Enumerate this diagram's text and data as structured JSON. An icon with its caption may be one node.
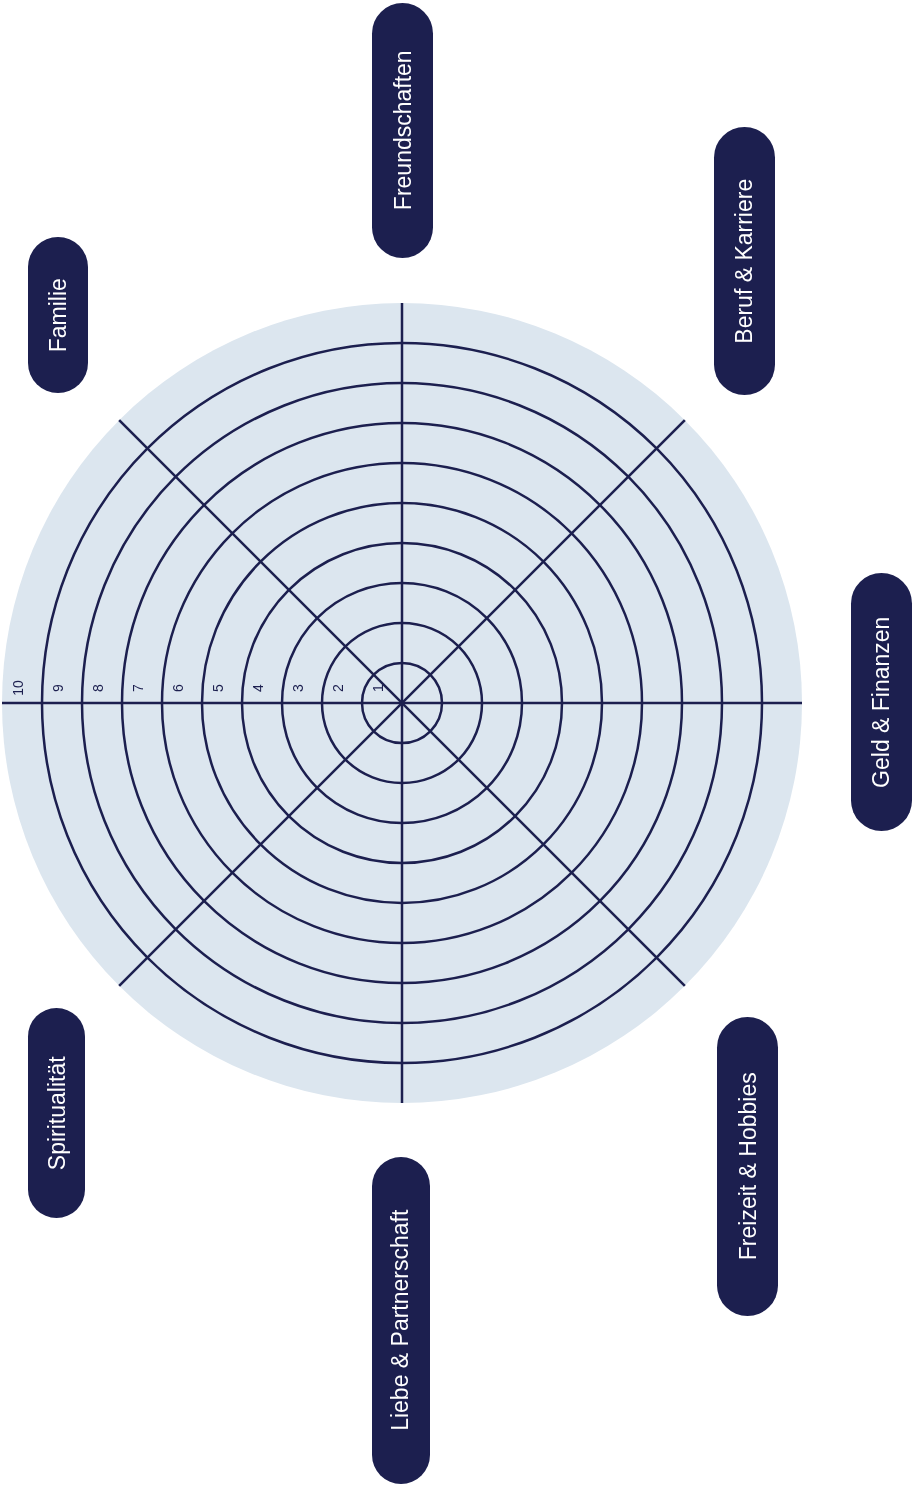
{
  "diagram": {
    "nodes": [
      {
        "text": [
          "Freundschaften"
        ]
      },
      {
        "text": [
          "Familie"
        ]
      },
      {
        "text": [
          "Beruf & Karriere"
        ]
      },
      {
        "text": [
          "Geld & Finanzen"
        ]
      },
      {
        "text": [
          "Spiritualität"
        ]
      },
      {
        "text": [
          "Freizeit & Hobbies"
        ]
      },
      {
        "text": [
          "Liebe & Partnerschaft"
        ]
      }
    ],
    "edges": [],
    "labels": [
      "10",
      "9",
      "8",
      "7",
      "6",
      "5",
      "4",
      "3",
      "2",
      "1"
    ]
  }
}
